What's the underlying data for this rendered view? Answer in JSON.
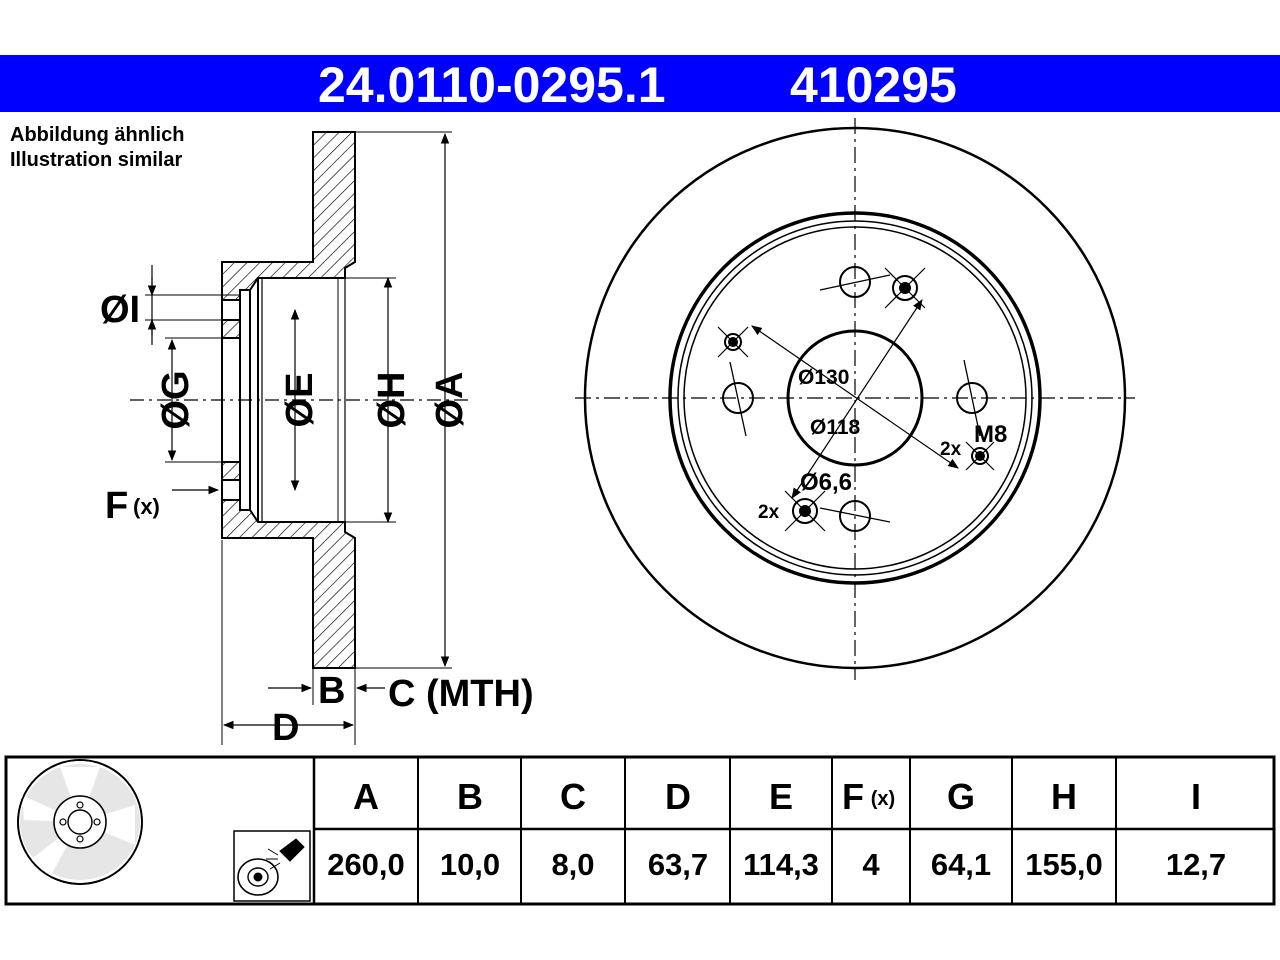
{
  "header": {
    "article_no": "24.0110-0295.1",
    "ref_no": "410295",
    "bg_color": "#0000ff"
  },
  "note": {
    "de": "Abbildung ähnlich",
    "en": "Illustration similar"
  },
  "side_view_labels": {
    "dia_i": "ØI",
    "dia_g": "ØG",
    "dia_e": "ØE",
    "dia_h": "ØH",
    "dia_a": "ØA",
    "f": "F",
    "f_sub": "(x)",
    "b": "B",
    "c_mth": "C (MTH)",
    "d": "D"
  },
  "front_view_labels": {
    "d130": "Ø130",
    "d118": "Ø118",
    "d66": "Ø6,6",
    "m8": "M8",
    "x2_left": "2x",
    "x2_right": "2x"
  },
  "table": {
    "headers": [
      "A",
      "B",
      "C",
      "D",
      "E",
      "F",
      "G",
      "H",
      "I"
    ],
    "f_sub": "(x)",
    "values": [
      "260,0",
      "10,0",
      "8,0",
      "63,7",
      "114,3",
      "4",
      "64,1",
      "155,0",
      "12,7"
    ]
  }
}
